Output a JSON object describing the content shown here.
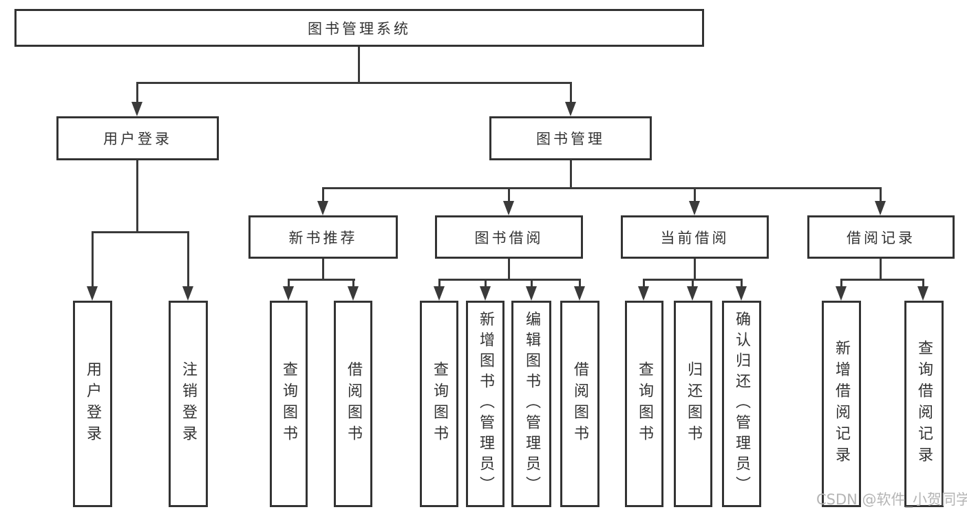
{
  "tree": {
    "root": {
      "label": "图书管理系统"
    },
    "branches": [
      {
        "label": "用户登录",
        "children": [
          {
            "label": "用户登录"
          },
          {
            "label": "注销登录"
          }
        ]
      },
      {
        "label": "图书管理",
        "children": [
          {
            "label": "新书推荐",
            "children": [
              {
                "label": "查询图书"
              },
              {
                "label": "借阅图书"
              }
            ]
          },
          {
            "label": "图书借阅",
            "children": [
              {
                "label": "查询图书"
              },
              {
                "label": "新增图书（管理员）"
              },
              {
                "label": "编辑图书（管理员）"
              },
              {
                "label": "借阅图书"
              }
            ]
          },
          {
            "label": "当前借阅",
            "children": [
              {
                "label": "查询图书"
              },
              {
                "label": "归还图书"
              },
              {
                "label": "确认归还（管理员）"
              }
            ]
          },
          {
            "label": "借阅记录",
            "children": [
              {
                "label": "新增借阅记录"
              },
              {
                "label": "查询借阅记录"
              }
            ]
          }
        ]
      }
    ]
  },
  "watermark": {
    "text": "CSDN @软件_小贺同学"
  },
  "colors": {
    "background": "#ffffff",
    "box_border": "#333333",
    "box_fill": "#ffffff",
    "line": "#3a3a3a",
    "text": "#333333",
    "watermark_text": "#b5b5b5"
  }
}
